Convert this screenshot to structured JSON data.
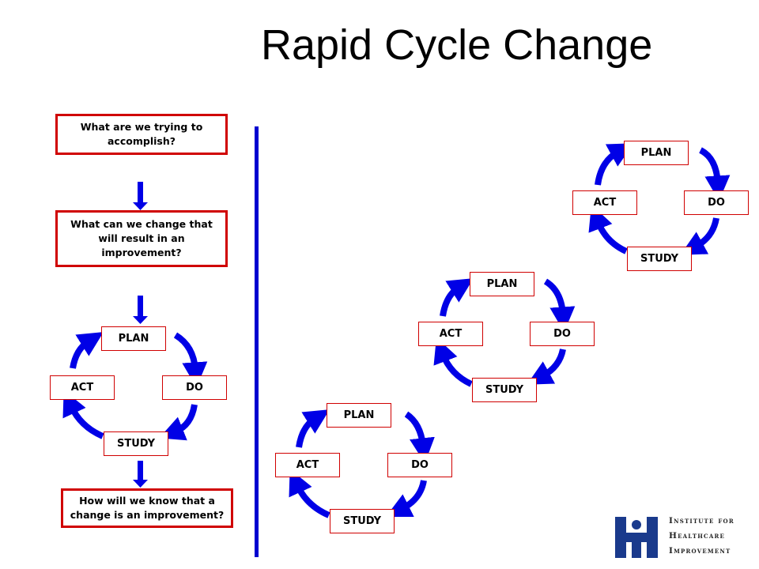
{
  "title": "Rapid Cycle Change",
  "questions": {
    "q1": "What are we trying to accomplish?",
    "q2": "What can we change that will result in an improvement?",
    "q3": "How will we know that a change is an improvement?"
  },
  "pdsa": {
    "plan": "PLAN",
    "do": "DO",
    "study": "STUDY",
    "act": "ACT"
  },
  "logo": {
    "line1": "Institute for",
    "line2": "Healthcare",
    "line3": "Improvement"
  },
  "colors": {
    "arrow": "#0000e6",
    "box_border": "#d00000",
    "divider": "#0000d0",
    "logo_blue": "#1a3a8c"
  }
}
